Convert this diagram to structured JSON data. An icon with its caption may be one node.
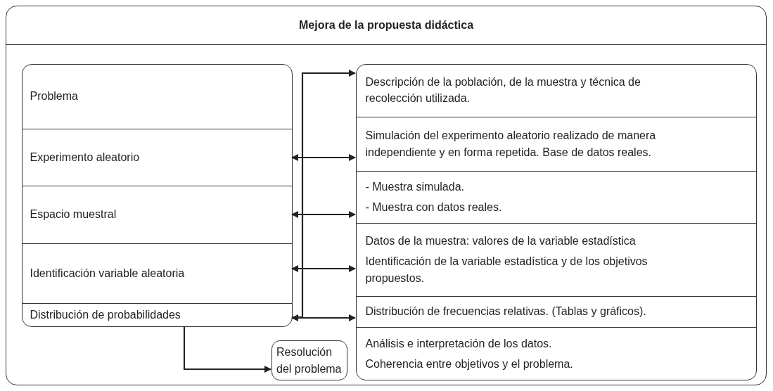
{
  "diagram": {
    "nodes": [
      {
        "text": [
          "Mejora de la propuesta didáctica"
        ]
      },
      {
        "text": [],
        "shape": "box",
        "in": 0
      },
      {
        "text": [
          "Problema"
        ],
        "in": 1
      },
      {
        "text": [
          "Experimento aleatorio"
        ],
        "in": 1
      },
      {
        "text": [
          "Espacio muestral"
        ],
        "in": 1
      },
      {
        "text": [
          "Identificación variable aleatoria"
        ],
        "in": 1
      },
      {
        "text": [
          "Distribución de probabilidades"
        ],
        "in": 1
      },
      {
        "text": [],
        "shape": "box",
        "in": 0
      },
      {
        "text": [
          "Descripción de la población, de la muestra y técnica de recolección utilizada."
        ],
        "in": 7
      },
      {
        "text": [
          "Simulación del experimento aleatorio realizado de manera independiente y en forma repetida. Base de datos reales."
        ],
        "in": 7
      },
      {
        "text": [
          "- Muestra simulada.",
          "- Muestra con datos reales."
        ],
        "in": 7
      },
      {
        "text": [
          "Datos de la muestra: valores de la variable estadística",
          "Identificación de la variable estadística y de los objetivos propuestos."
        ],
        "in": 7
      },
      {
        "text": [
          "Distribución de frecuencias relativas. (Tablas y gráficos)."
        ],
        "in": 7
      },
      {
        "text": [
          "Análisis e interpretación de los datos.",
          "Coherencia entre objetivos y el problema."
        ],
        "in": 7
      },
      {
        "text": [
          "Resolución del problema"
        ],
        "in": 0
      }
    ],
    "edges": [
      {
        "from": 6,
        "to": 8,
        "arrow": "to"
      },
      {
        "from": 3,
        "to": 9,
        "arrow": "both"
      },
      {
        "from": 4,
        "to": 10,
        "arrow": "both"
      },
      {
        "from": 5,
        "to": 11,
        "arrow": "both"
      },
      {
        "from": 6,
        "to": 12,
        "arrow": "both"
      },
      {
        "from": 6,
        "to": 14,
        "arrow": "to"
      }
    ]
  }
}
